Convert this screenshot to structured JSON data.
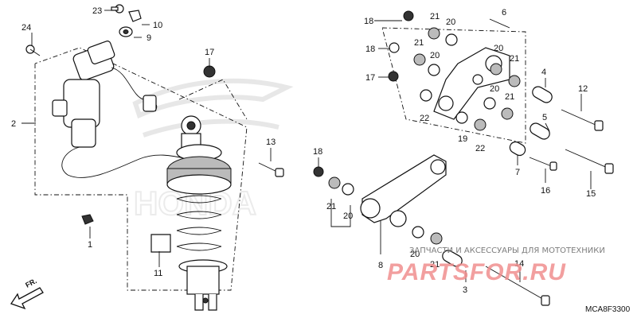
{
  "diagram": {
    "callouts": {
      "c1": "1",
      "c2": "2",
      "c3": "3",
      "c4": "4",
      "c5": "5",
      "c6": "6",
      "c7": "7",
      "c8": "8",
      "c9": "9",
      "c10": "10",
      "c11": "11",
      "c12": "12",
      "c13": "13",
      "c14": "14",
      "c15": "15",
      "c16": "16",
      "c17a": "17",
      "c17b": "17",
      "c18a": "18",
      "c18b": "18",
      "c18c": "18",
      "c19": "19",
      "c20a": "20",
      "c20b": "20",
      "c20c": "20",
      "c20d": "20",
      "c20e": "20",
      "c20f": "20",
      "c21a": "21",
      "c21b": "21",
      "c21c": "21",
      "c21d": "21",
      "c21e": "21",
      "c21f": "21",
      "c22a": "22",
      "c22b": "22",
      "c23": "23",
      "c24": "24"
    },
    "watermark_caption": "ЗАПЧАСТИ И АКСЕССУАРЫ ДЛЯ МОТОТЕХНИКИ",
    "watermark_brand": "PARTSFOR.RU",
    "background_logo": "HONDA",
    "diagram_code": "MCA8F3300",
    "direction_label": "FR."
  }
}
